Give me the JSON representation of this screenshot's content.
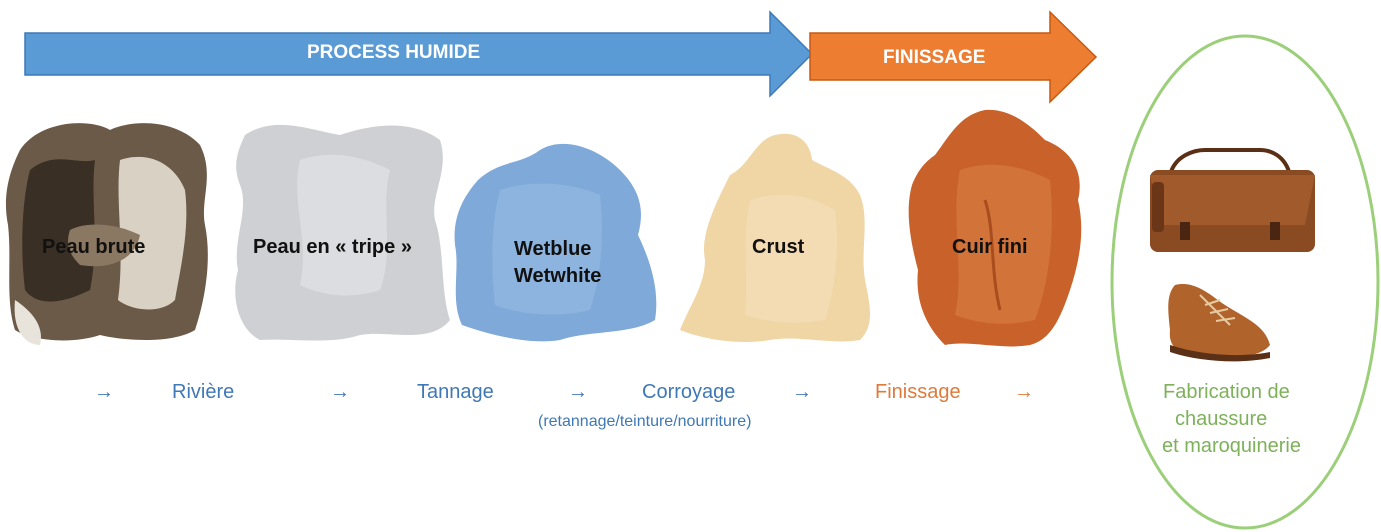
{
  "banners": {
    "wet": {
      "label": "PROCESS HUMIDE",
      "color": "#5b9bd5"
    },
    "finish": {
      "label": "FINISSAGE",
      "color": "#ed7d31"
    }
  },
  "hides": [
    {
      "label": "Peau brute",
      "color": "#6b5a48"
    },
    {
      "label": "Peau en « tripe »",
      "color": "#cfd0d3"
    },
    {
      "label": "Wetblue\nWetwhite",
      "color": "#7fa9d8"
    },
    {
      "label": "Crust",
      "color": "#f0d5a5"
    },
    {
      "label": "Cuir fini",
      "color": "#c8622a"
    }
  ],
  "steps": {
    "arrow_glyph": "→",
    "riviere": "Rivière",
    "tannage": "Tannage",
    "corroyage": "Corroyage",
    "corroyage_sub": "(retannage/teinture/nourriture)",
    "finissage": "Finissage"
  },
  "product": {
    "label_line1": "Fabrication de",
    "label_line2": "chaussure",
    "label_line3": "et maroquinerie",
    "icons": [
      "leather-bag-icon",
      "leather-shoe-icon"
    ]
  },
  "colors": {
    "blue_text": "#3f78b6",
    "orange_text": "#e07a3a",
    "green_text": "#7db15a",
    "ellipse_border": "#9ccf7a"
  }
}
